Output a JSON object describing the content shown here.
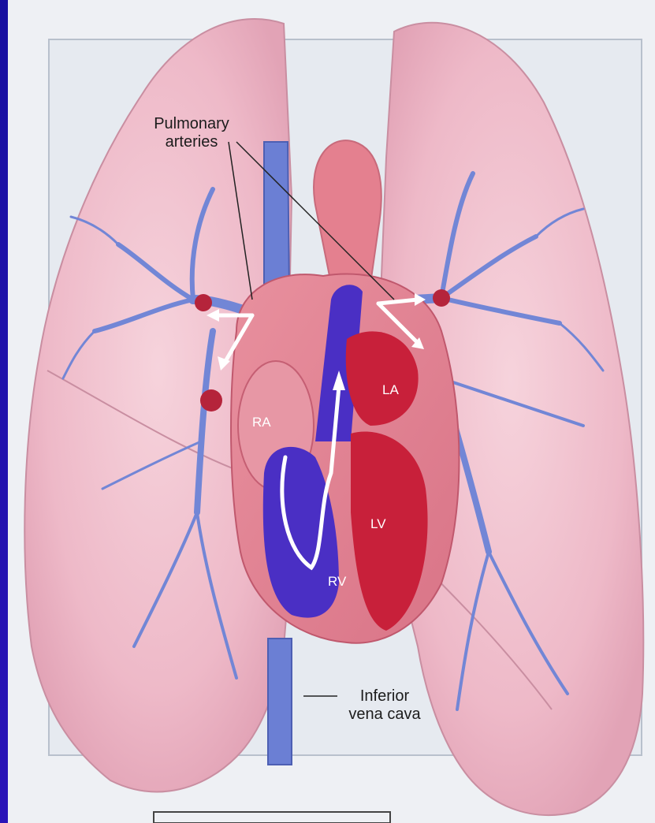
{
  "labels": {
    "pulmonary_arteries_line1": "Pulmonary",
    "pulmonary_arteries_line2": "arteries",
    "inferior_vena_cava_line1": "Inferior",
    "inferior_vena_cava_line2": "vena cava"
  },
  "chambers": {
    "ra": "RA",
    "la": "LA",
    "lv": "LV",
    "rv": "RV"
  },
  "colors": {
    "slide_background": "#1a10a8",
    "lung_tissue": "#f2c4cf",
    "oxygenated": "#c8203a",
    "deoxygenated": "#4a2fc4",
    "vessel_blue": "#6a7fd0"
  }
}
